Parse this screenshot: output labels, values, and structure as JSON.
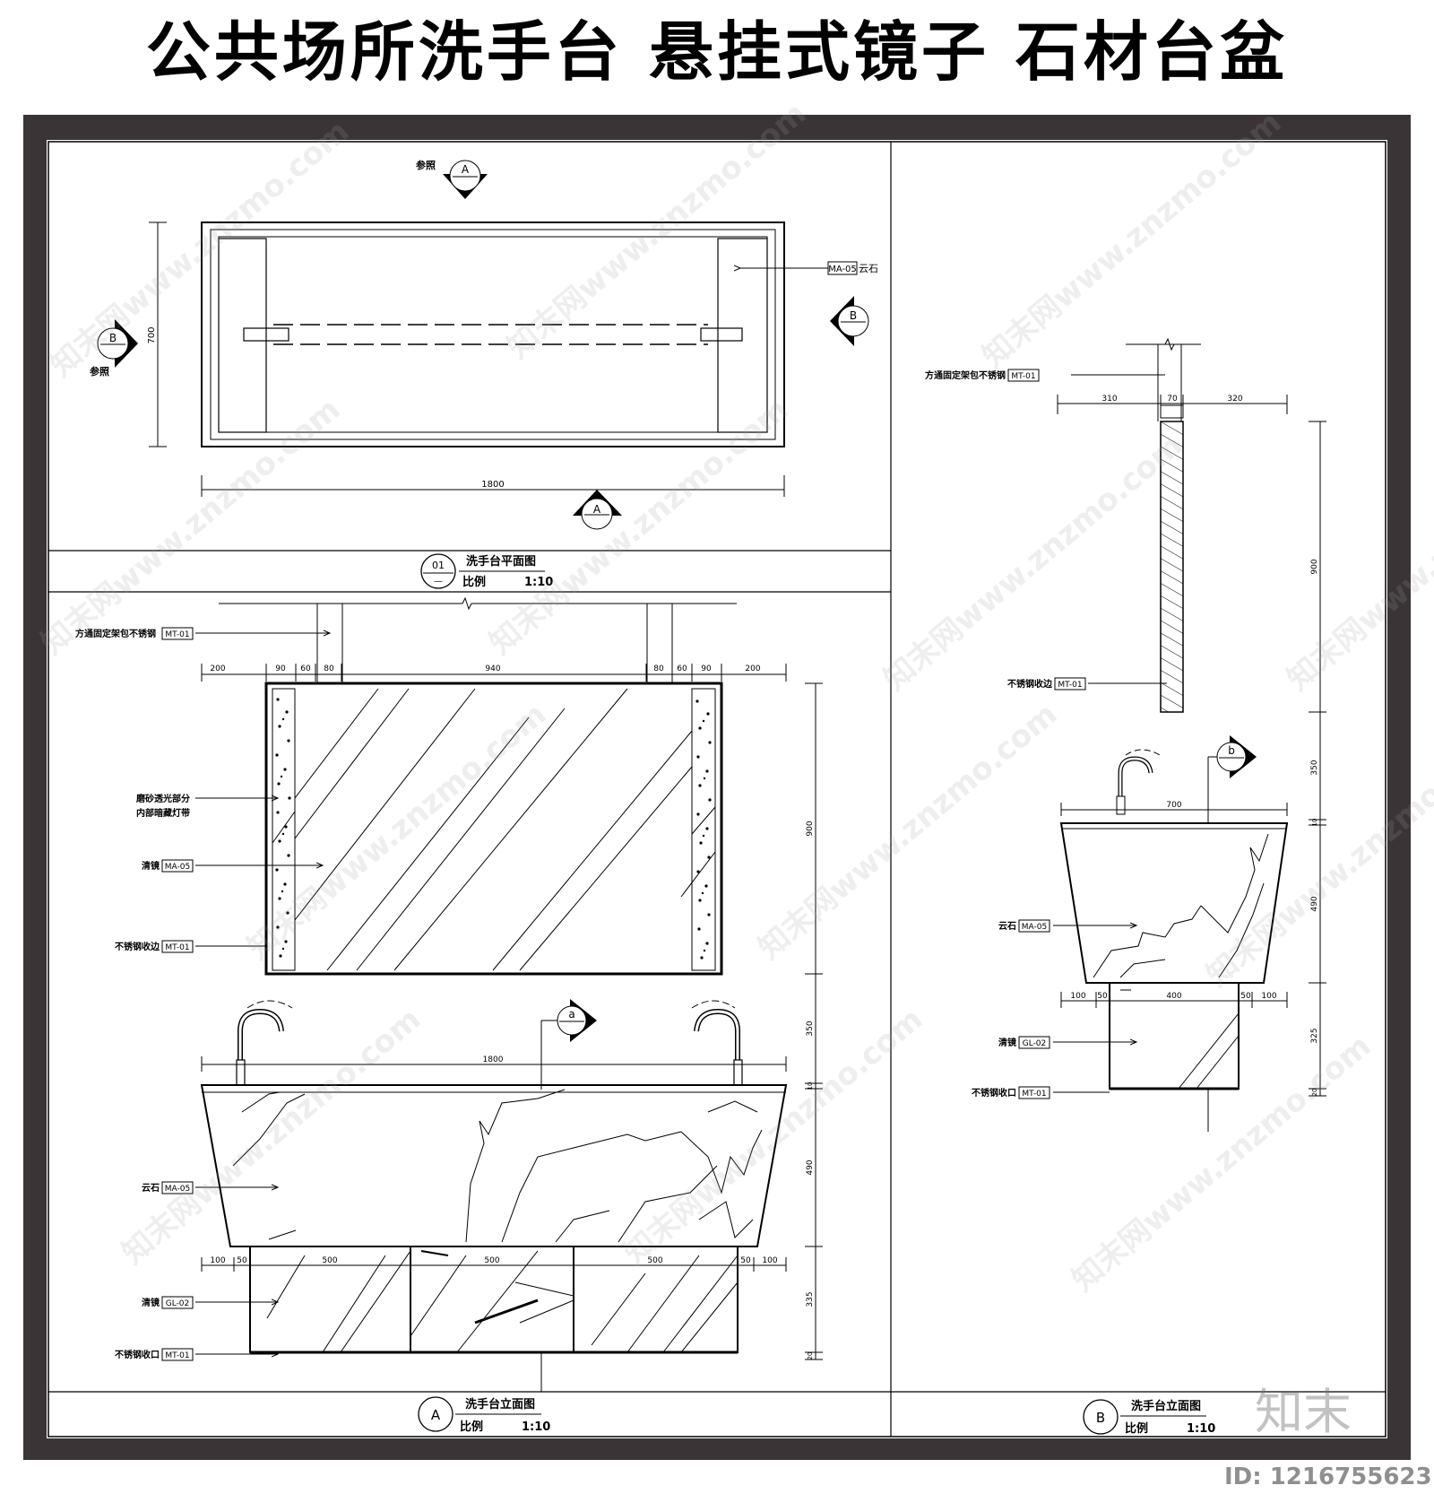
{
  "title": "公共场所洗手台 悬挂式镜子 石材台盆",
  "plan": {
    "ref_top": "参照",
    "ref_left": "参照",
    "mark_a": "A",
    "mark_b": "B",
    "mark_dash": "—",
    "dim_width": "1800",
    "dim_depth": "700",
    "callout": "MA-05",
    "callout_text": "云石",
    "label_no": "01",
    "label_title": "洗手台平面图",
    "label_scale_text": "比例",
    "label_scale": "1:10"
  },
  "elev_a": {
    "bracket_text": "方通固定架包不锈钢",
    "bracket_code": "MT-01",
    "top_dims": [
      "200",
      "90",
      "60",
      "80",
      "940",
      "80",
      "60",
      "90",
      "200"
    ],
    "frost_text_1": "磨砂透光部分",
    "frost_text_2": "内部暗藏灯带",
    "mirror_text": "清镜",
    "mirror_code": "MA-05",
    "edge_text": "不锈钢收边",
    "edge_code": "MT-01",
    "basin_width": "1800",
    "section_mark": "a",
    "stone_text": "云石",
    "stone_code": "MA-05",
    "bottom_dims": [
      "100",
      "50",
      "500",
      "500",
      "500",
      "50",
      "100"
    ],
    "glass_text": "清镜",
    "glass_code": "GL-02",
    "trim_text": "不锈钢收口",
    "trim_code": "MT-01",
    "right_dims": [
      "900",
      "350",
      "10",
      "490",
      "335",
      "20"
    ],
    "label_no": "A",
    "label_title": "洗手台立面图",
    "label_scale_text": "比例",
    "label_scale": "1:10"
  },
  "elev_b": {
    "bracket_text": "方通固定架包不锈钢",
    "bracket_code": "MT-01",
    "top_dims": [
      "310",
      "70",
      "320"
    ],
    "edge_text": "不锈钢收边",
    "edge_code": "MT-01",
    "basin_width": "700",
    "section_mark": "b",
    "stone_text": "云石",
    "stone_code": "MA-05",
    "bottom_dims": [
      "100",
      "50",
      "400",
      "50",
      "100"
    ],
    "glass_text": "清镜",
    "glass_code": "GL-02",
    "trim_text": "不锈钢收口",
    "trim_code": "MT-01",
    "right_dims": [
      "900",
      "350",
      "10",
      "490",
      "325",
      "20"
    ],
    "label_no": "B",
    "label_title": "洗手台立面图",
    "label_scale_text": "比例",
    "label_scale": "1:10"
  },
  "watermark": "知末网www.znzmo.com",
  "brand": "知末",
  "image_id": "ID: 1216755623"
}
